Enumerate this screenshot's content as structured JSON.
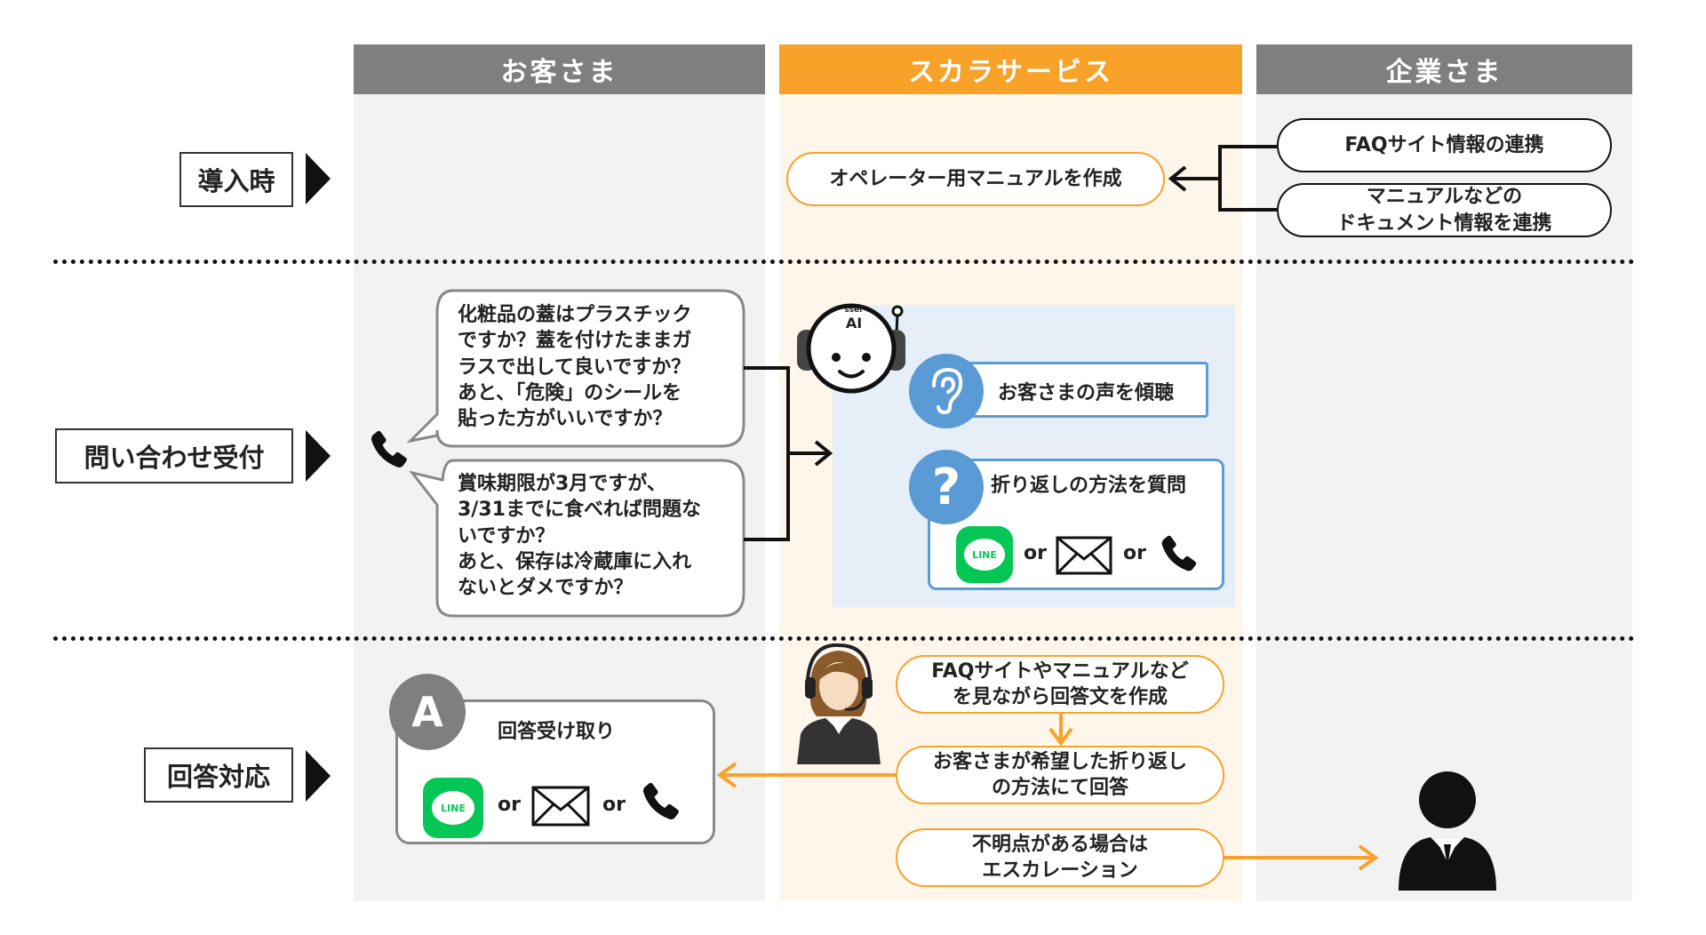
{
  "columns": {
    "customer": "お客さま",
    "scala": "スカラサービス",
    "company": "企業さま"
  },
  "rows": {
    "intro": "導入時",
    "inquiry": "問い合わせ受付",
    "answer": "回答対応"
  },
  "intro": {
    "manual_create": "オペレーター用マニュアルを作成",
    "faq_link": "FAQサイト情報の連携",
    "doc_link": "マニュアルなどの\nドキュメント情報を連携"
  },
  "inquiry": {
    "bubble1": "化粧品の蓋はプラスチック\nですか？蓋を付けたままガ\nラスで出して良いですか？\nあと、「危険」のシールを\n貼った方がいいですか？",
    "bubble2": "賞味期限が3月ですが、\n3/31までに食べれば問題な\nいですか？\nあと、保存は冷蔵庫に入れ\nないとダメですか？",
    "ai_badge_small": "sser",
    "ai_badge": "AI",
    "listen": "お客さまの声を傾聴",
    "ask_method": "折り返しの方法を質問",
    "or1": "or",
    "or2": "or",
    "line_logo": "LINE",
    "question_mark": "?"
  },
  "answer": {
    "receive": "回答受け取り",
    "badge": "A",
    "line_logo": "LINE",
    "or1": "or",
    "or2": "or",
    "create_answer": "FAQサイトやマニュアルなど\nを見ながら回答文を作成",
    "reply_method": "お客さまが希望した折り返し\nの方法にて回答",
    "escalation": "不明点がある場合は\nエスカレーション"
  },
  "colors": {
    "orange": "#f9a22a",
    "gray_header": "#7f7f7f",
    "blue_border": "#5b9bd5",
    "line_green": "#06c755"
  },
  "icons": [
    "phone-icon",
    "mail-icon",
    "line-icon",
    "ear-icon",
    "question-icon",
    "robot-icon",
    "operator-icon",
    "person-icon"
  ]
}
